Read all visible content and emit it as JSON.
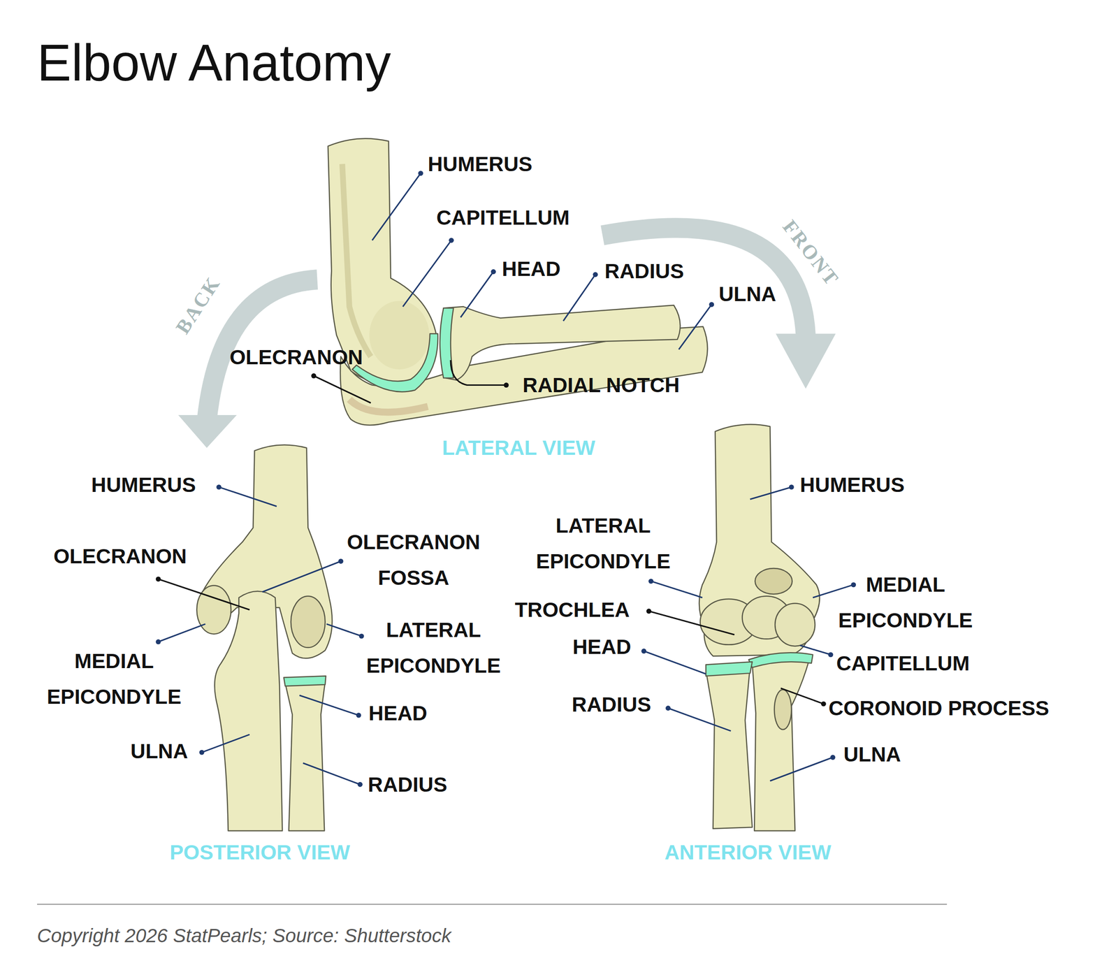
{
  "diagram": {
    "title": "Elbow Anatomy",
    "caption": "Copyright 2026 StatPearls; Source: Shutterstock",
    "labels": [
      "HUMERUS",
      "CAPITELLUM",
      "HEAD",
      "RADIUS",
      "ULNA",
      "OLECRANON",
      "RADIAL NOTCH",
      "BACK",
      "FRONT",
      "LATERAL VIEW",
      "HUMERUS",
      "OLECRANON",
      "OLECRANON FOSSA",
      "LATERAL EPICONDYLE",
      "MEDIAL EPICONDYLE",
      "HEAD",
      "ULNA",
      "RADIUS",
      "POSTERIOR VIEW",
      "HUMERUS",
      "LATERAL EPICONDYLE",
      "TROCHLEA",
      "MEDIAL EPICONDYLE",
      "HEAD",
      "CAPITELLUM",
      "RADIUS",
      "CORONOID PROCESS",
      "ULNA",
      "ANTERIOR VIEW"
    ]
  }
}
